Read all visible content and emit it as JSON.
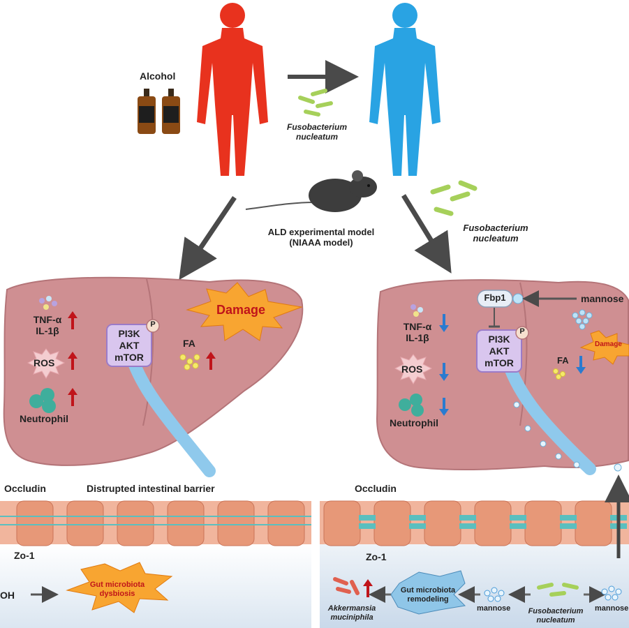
{
  "top": {
    "alcohol_label": "Alcohol",
    "bacterium_line1": "Fusobacterium",
    "bacterium_line2": "nucleatum",
    "model_line1": "ALD experimental model",
    "model_line2": "(NIAAA model)",
    "bacterium2_line1": "Fusobacterium",
    "bacterium2_line2": "nucleatum"
  },
  "left_liver": {
    "cytokine1": "TNF-α",
    "cytokine2": "IL-1β",
    "ros": "ROS",
    "neutrophil": "Neutrophil",
    "pathway1": "PI3K",
    "pathway2": "AKT",
    "pathway3": "mTOR",
    "phospho": "P",
    "fa": "FA",
    "damage": "Damage"
  },
  "right_liver": {
    "cytokine1": "TNF-α",
    "cytokine2": "IL-1β",
    "ros": "ROS",
    "neutrophil": "Neutrophil",
    "pathway1": "PI3K",
    "pathway2": "AKT",
    "pathway3": "mTOR",
    "phospho": "P",
    "fbp1": "Fbp1",
    "mannose": "mannose",
    "fa": "FA",
    "damage": "Damage"
  },
  "left_gut": {
    "occludin": "Occludin",
    "barrier": "Distrupted intestinal barrier",
    "zo1": "Zo-1",
    "etoh": "OH",
    "dysbiosis_line1": "Gut microbiota",
    "dysbiosis_line2": "dysbiosis"
  },
  "right_gut": {
    "occludin": "Occludin",
    "zo1": "Zo-1",
    "akk_line1": "Akkermansia",
    "akk_line2": "muciniphila",
    "remodel_line1": "Gut microbiota",
    "remodel_line2": "remodeling",
    "mannose1": "mannose",
    "fn_line1": "Fusobacterium",
    "fn_line2": "nucleatum",
    "mannose2": "mannose"
  },
  "colors": {
    "human_alcohol": "#e8321e",
    "human_treated": "#29a3e3",
    "liver": "#cf8f92",
    "up_arrow": "#c0141a",
    "down_arrow": "#2a7bd0",
    "pathway_box": "#d9c6ee",
    "damage_burst": "#f8a531"
  }
}
